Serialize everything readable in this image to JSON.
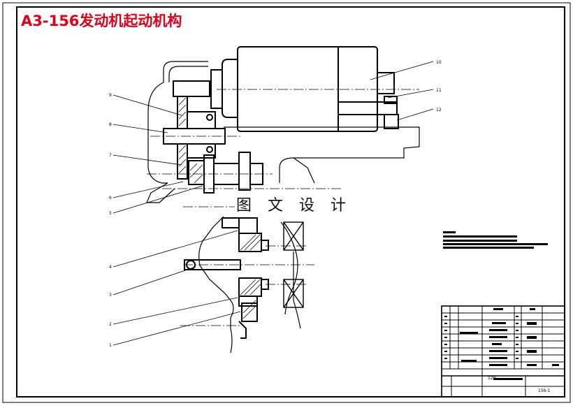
{
  "title": "A3-156发动机起动机构",
  "watermark": "图 文 设 计",
  "part_callouts": [
    "10",
    "11",
    "12",
    "9",
    "8",
    "7",
    "6",
    "5",
    "4",
    "3",
    "2",
    "1"
  ],
  "title_block": {
    "part_code": "129",
    "drawing_number": "156-1"
  },
  "colors": {
    "title": "#e0001a",
    "line": "#000000",
    "paper": "#ffffff"
  }
}
